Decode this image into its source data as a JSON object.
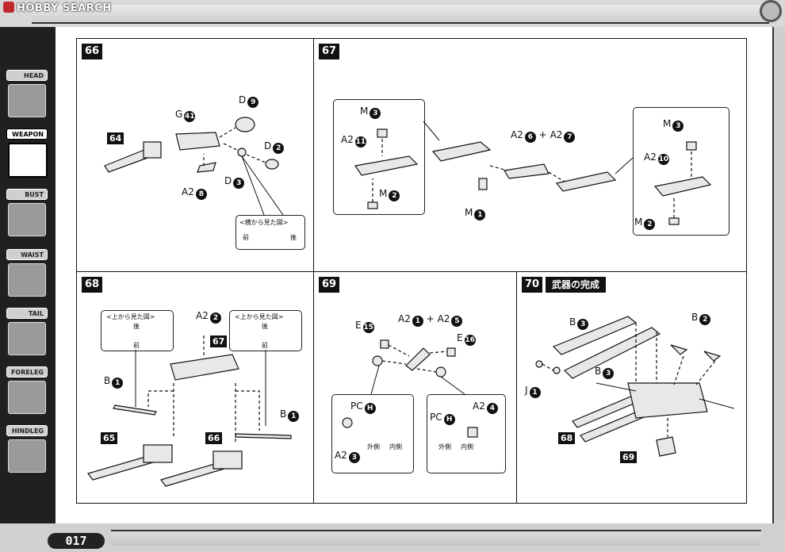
{
  "header": {
    "watermark": "HOBBY SEARCH"
  },
  "sidebar": {
    "items": [
      {
        "label": "HEAD",
        "active": false
      },
      {
        "label": "WEAPON",
        "active": true
      },
      {
        "label": "BUST",
        "active": false
      },
      {
        "label": "WAIST",
        "active": false
      },
      {
        "label": "TAIL",
        "active": false
      },
      {
        "label": "FORELEG",
        "active": false
      },
      {
        "label": "HINDLEG",
        "active": false
      }
    ]
  },
  "page_number": "017",
  "steps": {
    "s66": {
      "no": "66",
      "labels": {
        "g": "G",
        "d_top": "D",
        "d_right": "D",
        "d_mid": "D",
        "a2": "A2",
        "ref": "64"
      },
      "numbers": {
        "g": "41",
        "d_top": "9",
        "d_right": "2",
        "d_mid": "3",
        "a2": "8"
      },
      "side_view": {
        "title": "<横から見た図>",
        "front": "前",
        "back": "後"
      }
    },
    "s67": {
      "no": "67",
      "labels": {
        "m_a": "M",
        "a2_a": "A2",
        "m_b": "M",
        "combo_a": "A2",
        "plus": "+",
        "combo_b": "A2",
        "m_c": "M",
        "m_d": "M",
        "a2_b": "A2",
        "m_e": "M"
      },
      "numbers": {
        "m_a": "3",
        "a2_a": "11",
        "m_b": "2",
        "combo_a": "6",
        "combo_b": "7",
        "m_c": "1",
        "m_d": "3",
        "a2_b": "10",
        "m_e": "2"
      }
    },
    "s68": {
      "no": "68",
      "labels": {
        "a2": "A2",
        "b_left": "B",
        "b_right": "B",
        "ref_top": "67",
        "ref_left": "65",
        "ref_right": "66"
      },
      "numbers": {
        "a2": "2",
        "b_left": "1",
        "b_right": "1"
      },
      "top_view_left": {
        "title": "<上から見た図>",
        "back": "後",
        "front": "前"
      },
      "top_view_right": {
        "title": "<上から見た図>",
        "back": "後",
        "front": "前"
      }
    },
    "s69": {
      "no": "69",
      "labels": {
        "e_left": "E",
        "combo_a": "A2",
        "plus": "+",
        "combo_b": "A2",
        "e_right": "E",
        "pc_left": "PC",
        "a2_left": "A2",
        "pc_right": "PC",
        "a2_right": "A2"
      },
      "numbers": {
        "e_left": "15",
        "combo_a": "1",
        "combo_b": "5",
        "e_right": "16",
        "pc_left": "H",
        "a2_left": "3",
        "pc_right": "H",
        "a2_right": "4"
      },
      "sides": {
        "outer": "外側",
        "inner": "内側"
      }
    },
    "s70": {
      "no": "70",
      "title": "武器の完成",
      "labels": {
        "b_top": "B",
        "b_right": "B",
        "b_mid": "B",
        "j": "J",
        "ref_left": "68",
        "ref_bottom": "69"
      },
      "numbers": {
        "b_top": "3",
        "b_right": "2",
        "b_mid": "3",
        "j": "1"
      }
    }
  }
}
